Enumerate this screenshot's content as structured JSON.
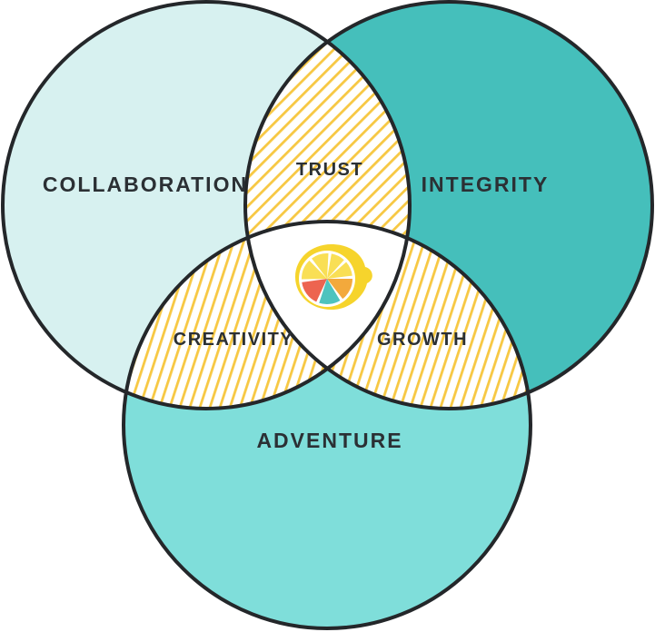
{
  "diagram": {
    "type": "venn-3-circle",
    "circles": [
      {
        "id": "collaboration",
        "label": "COLLABORATION",
        "color": "#d7f1f0"
      },
      {
        "id": "integrity",
        "label": "INTEGRITY",
        "color": "#45bfbb"
      },
      {
        "id": "adventure",
        "label": "ADVENTURE",
        "color": "#7fdeda"
      }
    ],
    "overlaps": [
      {
        "id": "trust",
        "label": "TRUST",
        "between": [
          "collaboration",
          "integrity"
        ]
      },
      {
        "id": "creativity",
        "label": "CREATIVITY",
        "between": [
          "collaboration",
          "adventure"
        ]
      },
      {
        "id": "growth",
        "label": "GROWTH",
        "between": [
          "integrity",
          "adventure"
        ]
      }
    ],
    "center": {
      "icon": "lemon-icon"
    },
    "colors": {
      "outline": "#24272a",
      "label_text": "#2b3034",
      "hatch": "#f7c843",
      "hatch_bg": "#ffffff",
      "center_bg": "#ffffff",
      "lemon_body": "#f6d42c",
      "lemon_wedge_yellow": "#f9df55",
      "lemon_wedge_orange": "#f3a93c",
      "lemon_wedge_teal": "#4ec3be",
      "lemon_wedge_coral": "#ed6450",
      "lemon_slice_face": "#ffffff"
    }
  }
}
